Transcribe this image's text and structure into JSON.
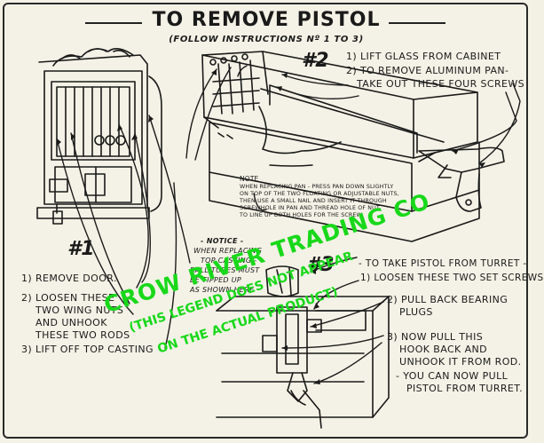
{
  "title": "TO REMOVE PISTOL",
  "subtitle": "(FOLLOW INSTRUCTIONS Nº 1 TO 3)",
  "step_markers": {
    "one": "#1",
    "two": "#2",
    "three": "#3"
  },
  "step1": [
    "1) REMOVE DOOR.",
    "2) LOOSEN THESE",
    "TWO WING NUTS",
    "AND UNHOOK",
    "THESE TWO RODS",
    "3) LIFT OFF TOP CASTING"
  ],
  "step2": [
    "1) LIFT GLASS FROM CABINET",
    "2) TO REMOVE ALUMINUM PAN-",
    "TAKE OUT THESE FOUR SCREWS"
  ],
  "step2_note": {
    "heading": "NOTE",
    "lines": [
      "WHEN REPLACING PAN - PRESS PAN DOWN SLIGHTLY",
      "ON TOP OF THE TWO FLOATING OR ADJUSTABLE NUTS,",
      "THEN USE A SMALL NAIL AND INSERT IT THROUGH",
      "SCREWHOLE IN PAN AND THREAD HOLE OF NUT",
      "TO LINE UP BOTH HOLES FOR THE SCREW"
    ]
  },
  "notice": {
    "heading": "- NOTICE -",
    "lines": [
      "WHEN REPLACING",
      "TOP CASTING -",
      "BALL TUBES MUST",
      "BE TIPPED UP",
      "AS SHOWN HERE"
    ]
  },
  "step3": [
    "- TO TAKE PISTOL FROM TURRET -",
    "1) LOOSEN THESE TWO SET SCREWS",
    "2) PULL BACK BEARING",
    "PLUGS",
    "3) NOW PULL THIS",
    "HOOK BACK AND",
    "UNHOOK IT FROM ROD.",
    "- YOU CAN NOW PULL",
    "PISTOL FROM TURRET."
  ],
  "watermark": {
    "main": "CROW RIVER TRADING CO",
    "sub1": "(THIS LEGEND DOES NOT APPEAR",
    "sub2": "ON THE ACTUAL PRODUCT)",
    "color": "#18d81a"
  },
  "colors": {
    "paper": "#f4f2e6",
    "ink": "#1a1a1a"
  }
}
